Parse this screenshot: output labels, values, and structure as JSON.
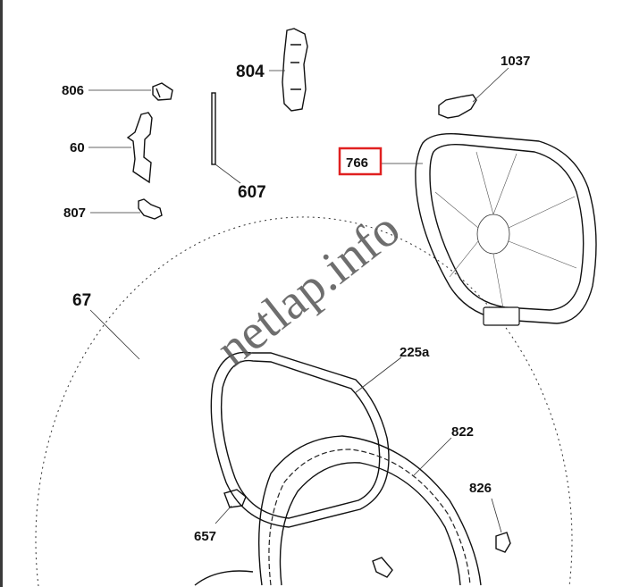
{
  "diagram": {
    "watermark": "netlap.info",
    "highlight_color": "#e02020",
    "highlighted_part": "766",
    "callouts": {
      "p806": "806",
      "p60": "60",
      "p807": "807",
      "p804": "804",
      "p607": "607",
      "p1037": "1037",
      "p766": "766",
      "p67": "67",
      "p225a": "225a",
      "p822": "822",
      "p826": "826",
      "p657": "657"
    }
  }
}
